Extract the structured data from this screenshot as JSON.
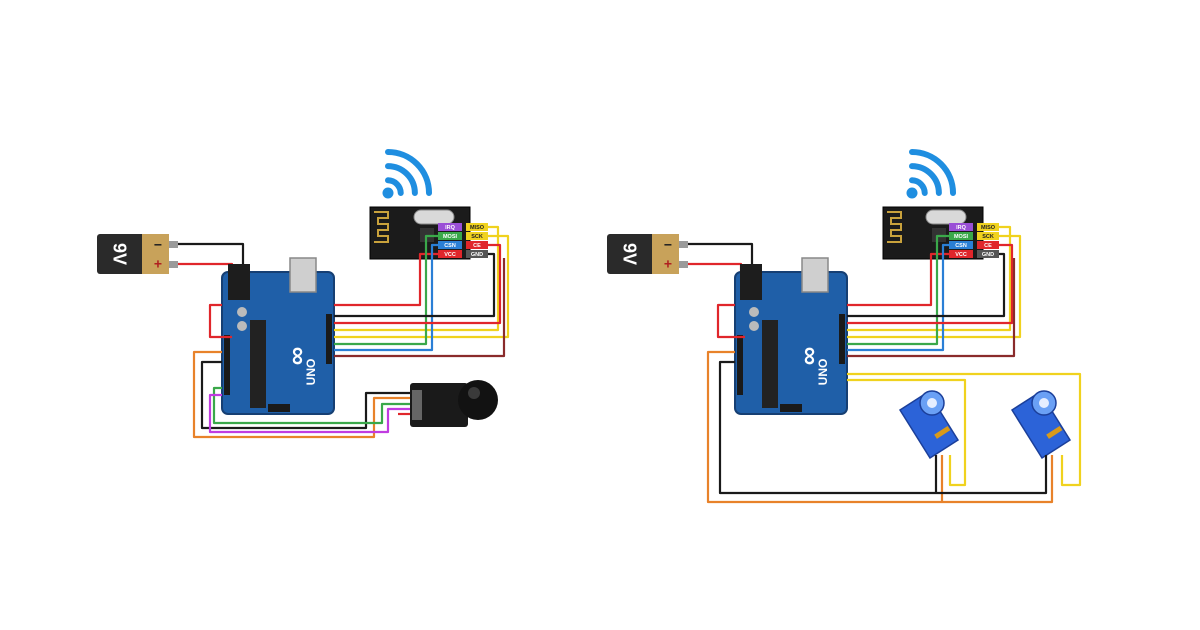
{
  "colors": {
    "board": "#1f5fa8",
    "board_edge": "#163f73",
    "signal": "#1f8ee0",
    "battery_body": "#2a2a2a",
    "battery_cap": "#c8a25a",
    "servo": "#2c63d8",
    "wire_red": "#e0262b",
    "wire_black": "#1a1a1a",
    "wire_yellow": "#f0d21e",
    "wire_orange": "#e8822a",
    "wire_green": "#3aa84a",
    "wire_blue": "#2a7fd6",
    "wire_purple": "#c03ce0",
    "wire_brown": "#8a2b2b"
  },
  "battery": {
    "label": "9V",
    "minus": "−",
    "plus": "+"
  },
  "arduino": {
    "brand": "UNO",
    "symbol": "∞"
  },
  "nrf_pins": {
    "left": [
      "IRQ",
      "MOSI",
      "CSN",
      "VCC"
    ],
    "right": [
      "MISO",
      "SCK",
      "CE",
      "GND"
    ],
    "left_colors": [
      "#9a4fd6",
      "#3aa84a",
      "#2a7fd6",
      "#e0262b"
    ],
    "right_colors": [
      "#f0d21e",
      "#f0d21e",
      "#e0262b",
      "#555555"
    ]
  },
  "icons": {
    "signal": "wifi-signal-icon",
    "battery": "battery-9v-icon",
    "joystick": "joystick-module-icon",
    "servo": "servo-motor-icon"
  }
}
